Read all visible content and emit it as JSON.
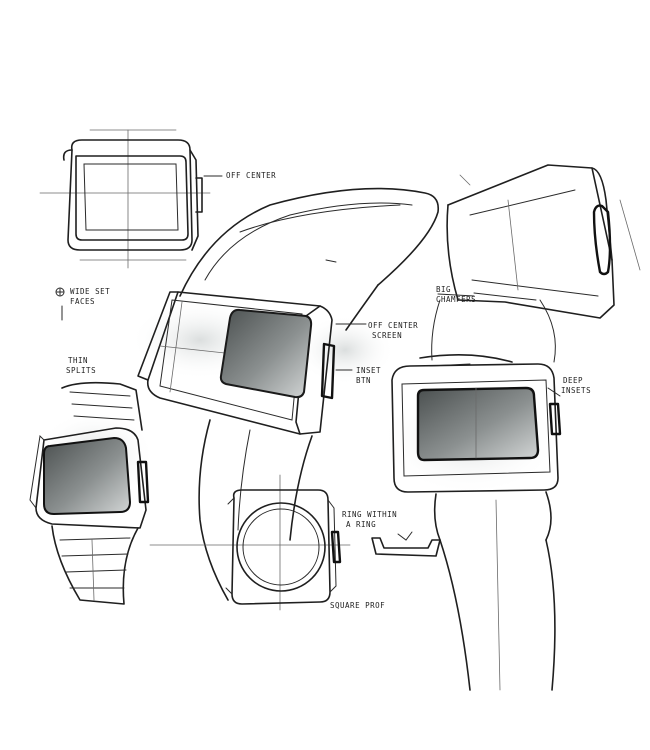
{
  "annotations": {
    "off_center": "OFF CENTER",
    "wide_set_faces_1": "WIDE SET",
    "wide_set_faces_2": "FACES",
    "big_chamfers_1": "BIG",
    "big_chamfers_2": "CHAMFERS",
    "off_center_screen_1": "OFF CENTER",
    "off_center_screen_2": "SCREEN",
    "inset_btn_1": "INSET",
    "inset_btn_2": "BTN",
    "thin_splits_1": "THIN",
    "thin_splits_2": "SPLITS",
    "deep_insets_1": "DEEP",
    "deep_insets_2": "INSETS",
    "ring_within_1": "RING WITHIN",
    "ring_within_2": "A RING",
    "square_prof": "SQUARE PROF"
  },
  "colors": {
    "ink": "#1f1f1f",
    "screen_dark": "#555a5a",
    "screen_light": "#c9cccc",
    "wash": "#d9dcdc"
  }
}
